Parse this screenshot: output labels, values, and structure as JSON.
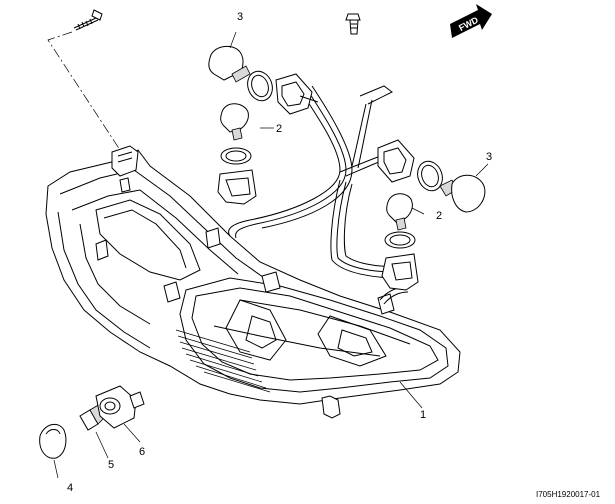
{
  "diagram": {
    "reference_code": "I705H1920017-01",
    "direction_label": "FWD",
    "callouts": [
      "1",
      "2",
      "3",
      "4",
      "5",
      "6"
    ],
    "callout_labels": {
      "bulb_top_left": "3",
      "bulb_mid_left": "2",
      "bulb_right_top": "3",
      "bulb_right_mid": "2",
      "lamp_housing": "1",
      "lens_cap": "4",
      "small_bulb": "5",
      "small_socket": "6"
    }
  }
}
